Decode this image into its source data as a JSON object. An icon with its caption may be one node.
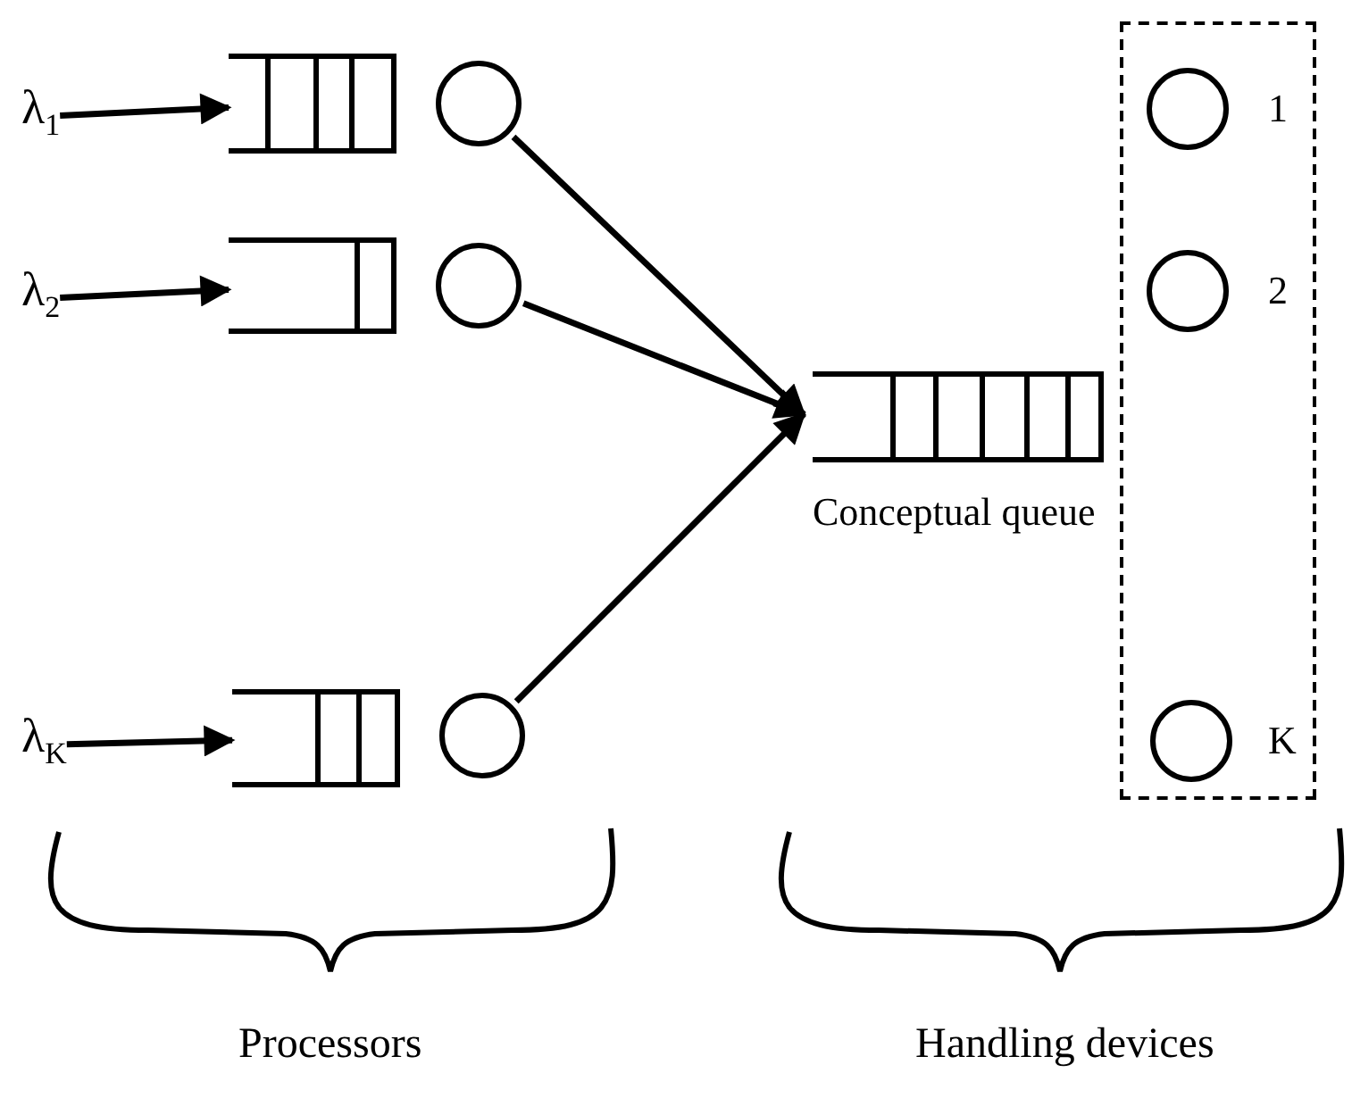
{
  "diagram": {
    "nodes": [
      {
        "text": [
          "λ$_{1}$"
        ]
      },
      {
        "text": [],
        "shape": "box"
      },
      {
        "text": [],
        "shape": "circle"
      },
      {
        "text": [
          "λ$_{2}$"
        ]
      },
      {
        "text": [],
        "shape": "box"
      },
      {
        "text": [],
        "shape": "circle"
      },
      {
        "text": [
          "λ$_{K}$"
        ]
      },
      {
        "text": [],
        "shape": "box"
      },
      {
        "text": [],
        "shape": "circle"
      },
      {
        "text": [],
        "shape": "box",
        "beside": [
          "Conceptual queue"
        ]
      },
      {
        "text": [],
        "shape": "box"
      },
      {
        "text": [],
        "shape": "circle",
        "in": 10,
        "beside": [
          "1"
        ]
      },
      {
        "text": [],
        "shape": "circle",
        "in": 10,
        "beside": [
          "2"
        ]
      },
      {
        "text": [],
        "shape": "circle",
        "in": 10,
        "beside": [
          "K"
        ]
      }
    ],
    "edges": [
      {
        "from": 0,
        "to": 1,
        "arrow": "to"
      },
      {
        "from": 3,
        "to": 4,
        "arrow": "to"
      },
      {
        "from": 6,
        "to": 7,
        "arrow": "to"
      },
      {
        "from": 2,
        "to": 9,
        "arrow": "to"
      },
      {
        "from": 5,
        "to": 9,
        "arrow": "to"
      },
      {
        "from": 8,
        "to": 9,
        "arrow": "to"
      }
    ],
    "labels": [
      "Processors",
      "Handling devices"
    ]
  }
}
